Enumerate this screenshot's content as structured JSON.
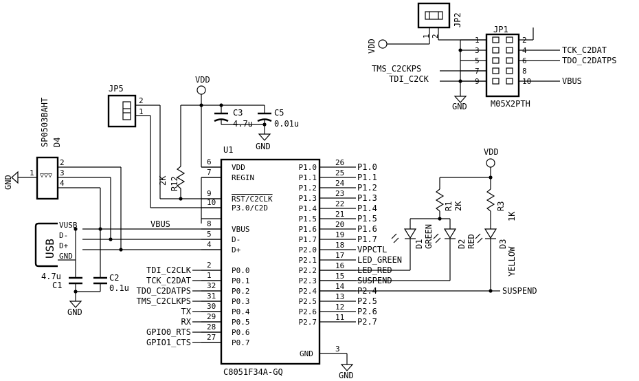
{
  "u1": {
    "ref": "U1",
    "part": "C8051F34A-GQ",
    "left_pins": [
      {
        "num": "6",
        "name": "VDD"
      },
      {
        "num": "7",
        "name": "REGIN"
      },
      {
        "num": "9",
        "name": "RST/C2CLK"
      },
      {
        "num": "10",
        "name": "P3.0/C2D"
      },
      {
        "num": "8",
        "name": "VBUS"
      },
      {
        "num": "5",
        "name": "D-"
      },
      {
        "num": "4",
        "name": "D+"
      },
      {
        "num": "2",
        "name": "P0.0"
      },
      {
        "num": "1",
        "name": "P0.1"
      },
      {
        "num": "32",
        "name": "P0.2"
      },
      {
        "num": "31",
        "name": "P0.3"
      },
      {
        "num": "30",
        "name": "P0.4"
      },
      {
        "num": "29",
        "name": "P0.5"
      },
      {
        "num": "28",
        "name": "P0.6"
      },
      {
        "num": "27",
        "name": "P0.7"
      }
    ],
    "left_nets": [
      "TDI_C2CLK",
      "TCK_C2DAT",
      "TDO_C2DATPS",
      "TMS_C2CLKPS",
      "TX",
      "RX",
      "GPIO0_RTS",
      "GPIO1_CTS"
    ],
    "right_pins": [
      {
        "num": "26",
        "name": "P1.0",
        "net": "P1.0"
      },
      {
        "num": "25",
        "name": "P1.1",
        "net": "P1.1"
      },
      {
        "num": "24",
        "name": "P1.2",
        "net": "P1.2"
      },
      {
        "num": "23",
        "name": "P1.3",
        "net": "P1.3"
      },
      {
        "num": "22",
        "name": "P1.4",
        "net": "P1.4"
      },
      {
        "num": "21",
        "name": "P1.5",
        "net": "P1.5"
      },
      {
        "num": "20",
        "name": "P1.6",
        "net": "P1.6"
      },
      {
        "num": "19",
        "name": "P1.7",
        "net": "P1.7"
      },
      {
        "num": "18",
        "name": "P2.0",
        "net": "VPPCTL"
      },
      {
        "num": "17",
        "name": "P2.1",
        "net": "LED_GREEN"
      },
      {
        "num": "16",
        "name": "P2.2",
        "net": "LED_RED"
      },
      {
        "num": "15",
        "name": "P2.3",
        "net": "SUSPEND"
      },
      {
        "num": "14",
        "name": "P2.4",
        "net": "P2.4"
      },
      {
        "num": "13",
        "name": "P2.5",
        "net": "P2.5"
      },
      {
        "num": "12",
        "name": "P2.6",
        "net": "P2.6"
      },
      {
        "num": "11",
        "name": "P2.7",
        "net": "P2.7"
      }
    ],
    "gnd_pin": {
      "num": "3",
      "name": "GND"
    }
  },
  "jp1": {
    "ref": "JP1",
    "part": "M05X2PTH",
    "left_nums": [
      "1",
      "3",
      "5",
      "7",
      "9"
    ],
    "right_nums": [
      "2",
      "4",
      "6",
      "8",
      "10"
    ],
    "right_nets": [
      "TCK_C2DAT",
      "TDO_C2DATPS",
      "VBUS"
    ],
    "left_nets": [
      "TMS_C2CKPS",
      "TDI_C2CK"
    ]
  },
  "jp2": {
    "ref": "JP2",
    "pins": [
      "1",
      "2"
    ]
  },
  "jp5": {
    "ref": "JP5",
    "pins": [
      "2",
      "1"
    ]
  },
  "d4": {
    "ref": "D4",
    "part": "SP0503BAHT",
    "pins": [
      "1",
      "2",
      "3",
      "4"
    ]
  },
  "usb": {
    "label": "USB",
    "pins": [
      "VUSB",
      "D-",
      "D+",
      "GND"
    ]
  },
  "caps": {
    "c1": {
      "ref": "C1",
      "value": "4.7u"
    },
    "c2": {
      "ref": "C2",
      "value": "0.1u"
    },
    "c3": {
      "ref": "C3",
      "value": "4.7u"
    },
    "c5": {
      "ref": "C5",
      "value": "0.01u"
    }
  },
  "resistors": {
    "r12": {
      "ref": "R12",
      "value": "2K"
    },
    "r1": {
      "ref": "R1",
      "value": "2K"
    },
    "r3": {
      "ref": "R3",
      "value": "1K"
    }
  },
  "leds": {
    "d1": {
      "ref": "D1",
      "color": "GREEN"
    },
    "d2": {
      "ref": "D2",
      "color": "RED"
    },
    "d3": {
      "ref": "D3",
      "color": "YELLOW"
    }
  },
  "nets": {
    "vdd": "VDD",
    "gnd": "GND",
    "vbus": "VBUS",
    "suspend": "SUSPEND"
  }
}
